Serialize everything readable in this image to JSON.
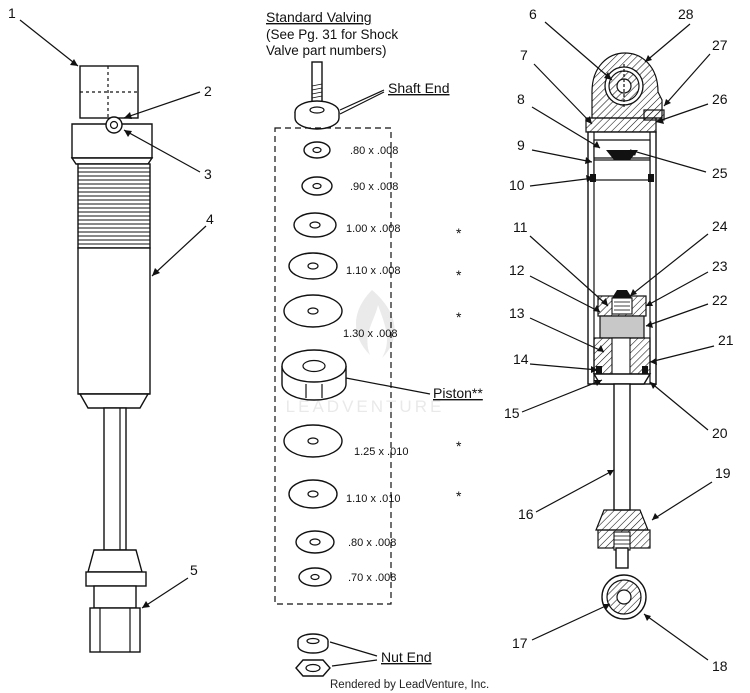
{
  "header": {
    "line1": "Standard Valving",
    "line2": "(See Pg. 31 for Shock",
    "line3": "Valve part numbers)"
  },
  "labels": {
    "shaft_end": "Shaft End",
    "piston": "Piston**",
    "nut_end": "Nut End",
    "credit": "Rendered by LeadVenture, Inc.",
    "watermark": "LEADVENTURE"
  },
  "shims": [
    {
      "size": ".80 x .008",
      "star": ""
    },
    {
      "size": ".90 x .008",
      "star": ""
    },
    {
      "size": "1.00 x .008",
      "star": "*"
    },
    {
      "size": "1.10 x .008",
      "star": "*"
    },
    {
      "size": "1.30 x .008",
      "star": "*"
    },
    {
      "size": "1.25 x .010",
      "star": "*"
    },
    {
      "size": "1.10 x .010",
      "star": "*"
    },
    {
      "size": ".80 x .008",
      "star": ""
    },
    {
      "size": ".70 x .008",
      "star": ""
    }
  ],
  "callouts_left": [
    "1",
    "2",
    "3",
    "4",
    "5"
  ],
  "callouts_right": [
    "6",
    "7",
    "8",
    "9",
    "10",
    "11",
    "12",
    "13",
    "14",
    "15",
    "16",
    "17",
    "18",
    "19",
    "20",
    "21",
    "22",
    "23",
    "24",
    "25",
    "26",
    "27",
    "28"
  ]
}
